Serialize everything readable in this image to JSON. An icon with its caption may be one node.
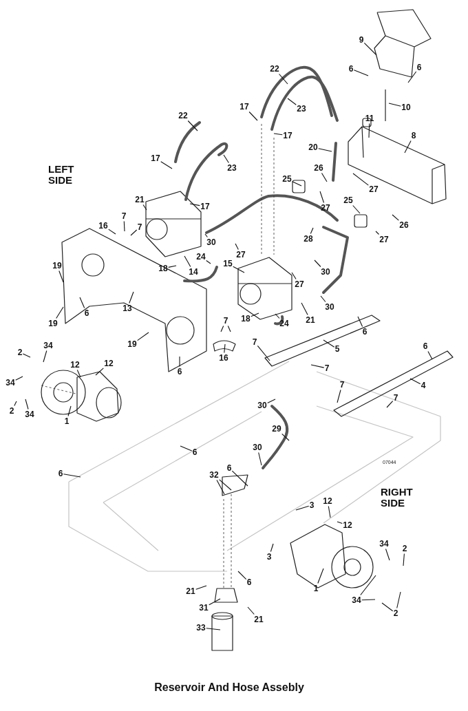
{
  "diagram": {
    "caption": "Reservoir And Hose Assebly",
    "nodes": [
      {
        "text": [
          "9"
        ]
      },
      {
        "text": [
          "6"
        ]
      },
      {
        "text": [
          "6"
        ]
      },
      {
        "text": [
          "22"
        ]
      },
      {
        "text": [
          "10"
        ]
      },
      {
        "text": [
          "17"
        ]
      },
      {
        "text": [
          "23"
        ]
      },
      {
        "text": [
          "11"
        ]
      },
      {
        "text": [
          "17"
        ]
      },
      {
        "text": [
          "8"
        ]
      },
      {
        "text": [
          "22"
        ]
      },
      {
        "text": [
          "20"
        ]
      },
      {
        "text": [
          "17"
        ]
      },
      {
        "text": [
          "23"
        ]
      },
      {
        "text": [
          "26"
        ]
      },
      {
        "text": [
          "25"
        ]
      },
      {
        "text": [
          "27"
        ]
      },
      {
        "text": [
          "27"
        ]
      },
      {
        "text": [
          "17"
        ]
      },
      {
        "text": [
          "25"
        ]
      },
      {
        "text": [
          "26"
        ]
      },
      {
        "text": [
          "21"
        ]
      },
      {
        "text": [
          "7"
        ]
      },
      {
        "text": [
          "7"
        ]
      },
      {
        "text": [
          "16"
        ]
      },
      {
        "text": [
          "27"
        ]
      },
      {
        "text": [
          "28"
        ]
      },
      {
        "text": [
          "30"
        ]
      },
      {
        "text": [
          "27"
        ]
      },
      {
        "text": [
          "24"
        ]
      },
      {
        "text": [
          "15"
        ]
      },
      {
        "text": [
          "18"
        ]
      },
      {
        "text": [
          "14"
        ]
      },
      {
        "text": [
          "30"
        ]
      },
      {
        "text": [
          "27"
        ]
      },
      {
        "text": [
          "19"
        ]
      },
      {
        "text": [
          "13"
        ]
      },
      {
        "text": [
          "6"
        ]
      },
      {
        "text": [
          "19"
        ]
      },
      {
        "text": [
          "30"
        ]
      },
      {
        "text": [
          "18"
        ]
      },
      {
        "text": [
          "24"
        ]
      },
      {
        "text": [
          "21"
        ]
      },
      {
        "text": [
          "6"
        ]
      },
      {
        "text": [
          "7"
        ]
      },
      {
        "text": [
          "16"
        ]
      },
      {
        "text": [
          "19"
        ]
      },
      {
        "text": [
          "5"
        ]
      },
      {
        "text": [
          "6"
        ]
      },
      {
        "text": [
          "7"
        ]
      },
      {
        "text": [
          "7"
        ]
      },
      {
        "text": [
          "6"
        ]
      },
      {
        "text": [
          "34"
        ]
      },
      {
        "text": [
          "2"
        ]
      },
      {
        "text": [
          "12"
        ]
      },
      {
        "text": [
          "12"
        ]
      },
      {
        "text": [
          "4"
        ]
      },
      {
        "text": [
          "34"
        ]
      },
      {
        "text": [
          "7"
        ]
      },
      {
        "text": [
          "7"
        ]
      },
      {
        "text": [
          "2"
        ]
      },
      {
        "text": [
          "34"
        ]
      },
      {
        "text": [
          "1"
        ]
      },
      {
        "text": [
          "30"
        ]
      },
      {
        "text": [
          "29"
        ]
      },
      {
        "text": [
          "30"
        ]
      },
      {
        "text": [
          "6"
        ]
      },
      {
        "text": [
          "6"
        ]
      },
      {
        "text": [
          "32"
        ]
      },
      {
        "text": [
          "6"
        ]
      },
      {
        "text": [
          "12"
        ]
      },
      {
        "text": [
          "3"
        ]
      },
      {
        "text": [
          "12"
        ]
      },
      {
        "text": [
          "3"
        ]
      },
      {
        "text": [
          "34"
        ]
      },
      {
        "text": [
          "2"
        ]
      },
      {
        "text": [
          "6"
        ]
      },
      {
        "text": [
          "1"
        ]
      },
      {
        "text": [
          "21"
        ]
      },
      {
        "text": [
          "34"
        ]
      },
      {
        "text": [
          "2"
        ]
      },
      {
        "text": [
          "31"
        ]
      },
      {
        "text": [
          "21"
        ]
      },
      {
        "text": [
          "33"
        ]
      }
    ],
    "edges": [
      {
        "from": 0,
        "to": null,
        "arrow": "none"
      },
      {
        "from": 1,
        "to": null,
        "arrow": "none"
      },
      {
        "from": 2,
        "to": null,
        "arrow": "none"
      },
      {
        "from": 3,
        "to": null,
        "arrow": "none"
      },
      {
        "from": 4,
        "to": null,
        "arrow": "none"
      },
      {
        "from": 5,
        "to": null,
        "arrow": "none"
      },
      {
        "from": 6,
        "to": null,
        "arrow": "none"
      },
      {
        "from": 7,
        "to": null,
        "arrow": "none"
      },
      {
        "from": 8,
        "to": null,
        "arrow": "none"
      },
      {
        "from": 9,
        "to": null,
        "arrow": "none"
      },
      {
        "from": 10,
        "to": null,
        "arrow": "none"
      },
      {
        "from": 11,
        "to": null,
        "arrow": "none"
      },
      {
        "from": 12,
        "to": null,
        "arrow": "none"
      },
      {
        "from": 13,
        "to": null,
        "arrow": "none"
      },
      {
        "from": 14,
        "to": null,
        "arrow": "none"
      },
      {
        "from": 15,
        "to": null,
        "arrow": "none"
      },
      {
        "from": 16,
        "to": null,
        "arrow": "none"
      },
      {
        "from": 17,
        "to": null,
        "arrow": "none"
      },
      {
        "from": 18,
        "to": null,
        "arrow": "none"
      },
      {
        "from": 19,
        "to": null,
        "arrow": "none"
      },
      {
        "from": 20,
        "to": null,
        "arrow": "none"
      },
      {
        "from": 21,
        "to": null,
        "arrow": "none"
      },
      {
        "from": 22,
        "to": null,
        "arrow": "none"
      },
      {
        "from": 23,
        "to": null,
        "arrow": "none"
      },
      {
        "from": 24,
        "to": null,
        "arrow": "none"
      },
      {
        "from": 25,
        "to": null,
        "arrow": "none"
      },
      {
        "from": 26,
        "to": null,
        "arrow": "none"
      },
      {
        "from": 27,
        "to": null,
        "arrow": "none"
      },
      {
        "from": 28,
        "to": null,
        "arrow": "none"
      },
      {
        "from": 29,
        "to": null,
        "arrow": "none"
      },
      {
        "from": 30,
        "to": null,
        "arrow": "none"
      },
      {
        "from": 31,
        "to": null,
        "arrow": "none"
      },
      {
        "from": 32,
        "to": null,
        "arrow": "none"
      },
      {
        "from": 33,
        "to": null,
        "arrow": "none"
      },
      {
        "from": 34,
        "to": null,
        "arrow": "none"
      },
      {
        "from": 35,
        "to": null,
        "arrow": "none"
      },
      {
        "from": 36,
        "to": null,
        "arrow": "none"
      },
      {
        "from": 37,
        "to": null,
        "arrow": "none"
      },
      {
        "from": 38,
        "to": null,
        "arrow": "none"
      },
      {
        "from": 39,
        "to": null,
        "arrow": "none"
      },
      {
        "from": 40,
        "to": null,
        "arrow": "none"
      },
      {
        "from": 41,
        "to": null,
        "arrow": "none"
      },
      {
        "from": 42,
        "to": null,
        "arrow": "none"
      },
      {
        "from": 43,
        "to": null,
        "arrow": "none"
      },
      {
        "from": 44,
        "to": null,
        "arrow": "none"
      },
      {
        "from": 44,
        "to": null,
        "arrow": "none"
      },
      {
        "from": 45,
        "to": null,
        "arrow": "none"
      },
      {
        "from": 46,
        "to": null,
        "arrow": "none"
      },
      {
        "from": 47,
        "to": null,
        "arrow": "none"
      },
      {
        "from": 48,
        "to": null,
        "arrow": "none"
      },
      {
        "from": 49,
        "to": null,
        "arrow": "none"
      },
      {
        "from": 50,
        "to": null,
        "arrow": "none"
      },
      {
        "from": 51,
        "to": null,
        "arrow": "none"
      },
      {
        "from": 52,
        "to": null,
        "arrow": "none"
      },
      {
        "from": 53,
        "to": null,
        "arrow": "none"
      },
      {
        "from": 54,
        "to": null,
        "arrow": "none"
      },
      {
        "from": 55,
        "to": null,
        "arrow": "none"
      },
      {
        "from": 56,
        "to": null,
        "arrow": "none"
      },
      {
        "from": 57,
        "to": null,
        "arrow": "none"
      },
      {
        "from": 58,
        "to": null,
        "arrow": "none"
      },
      {
        "from": 59,
        "to": null,
        "arrow": "none"
      },
      {
        "from": 60,
        "to": null,
        "arrow": "none"
      },
      {
        "from": 61,
        "to": null,
        "arrow": "none"
      },
      {
        "from": 62,
        "to": null,
        "arrow": "none"
      },
      {
        "from": 63,
        "to": null,
        "arrow": "none"
      },
      {
        "from": 64,
        "to": null,
        "arrow": "none"
      },
      {
        "from": 65,
        "to": null,
        "arrow": "none"
      },
      {
        "from": 66,
        "to": null,
        "arrow": "none"
      },
      {
        "from": 67,
        "to": null,
        "arrow": "none"
      },
      {
        "from": 68,
        "to": null,
        "arrow": "none"
      },
      {
        "from": 68,
        "to": null,
        "arrow": "none"
      },
      {
        "from": 69,
        "to": null,
        "arrow": "none"
      },
      {
        "from": 70,
        "to": null,
        "arrow": "none"
      },
      {
        "from": 71,
        "to": null,
        "arrow": "none"
      },
      {
        "from": 72,
        "to": null,
        "arrow": "none"
      },
      {
        "from": 73,
        "to": null,
        "arrow": "none"
      },
      {
        "from": 74,
        "to": null,
        "arrow": "none"
      },
      {
        "from": 75,
        "to": null,
        "arrow": "none"
      },
      {
        "from": 76,
        "to": null,
        "arrow": "none"
      },
      {
        "from": 77,
        "to": null,
        "arrow": "none"
      },
      {
        "from": 78,
        "to": null,
        "arrow": "none"
      },
      {
        "from": 79,
        "to": null,
        "arrow": "none"
      },
      {
        "from": 79,
        "to": null,
        "arrow": "none"
      },
      {
        "from": 80,
        "to": null,
        "arrow": "none"
      },
      {
        "from": 80,
        "to": null,
        "arrow": "none"
      },
      {
        "from": 81,
        "to": null,
        "arrow": "none"
      },
      {
        "from": 82,
        "to": null,
        "arrow": "none"
      },
      {
        "from": 83,
        "to": null,
        "arrow": "none"
      }
    ],
    "labels": [
      "LEFT SIDE",
      "07044",
      "RIGHT SIDE"
    ]
  }
}
